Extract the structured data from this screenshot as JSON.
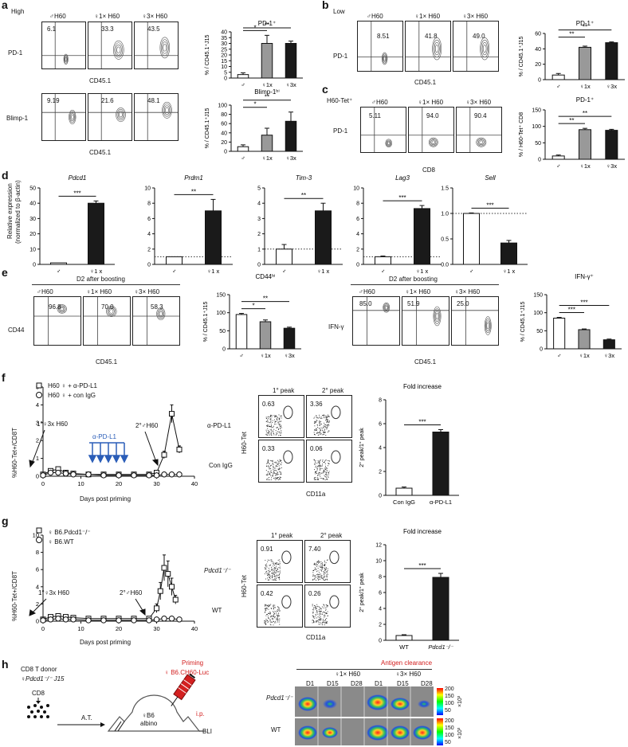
{
  "panel_a": {
    "label": "a",
    "condition": "High",
    "flow_headers": [
      "♂H60",
      "♀1× H60",
      "♀3× H60"
    ],
    "row1": {
      "ylabel": "PD-1",
      "values": [
        "6.1",
        "33.3",
        "43.5"
      ],
      "xlabel": "CD45.1"
    },
    "row2": {
      "ylabel": "Blimp-1",
      "values": [
        "9.19",
        "21.6",
        "48.1"
      ],
      "xlabel": "CD45.1"
    }
  },
  "panel_b": {
    "label": "b",
    "condition": "Low",
    "flow_headers": [
      "♂H60",
      "♀1× H60",
      "♀3× H60"
    ],
    "ylabel": "PD-1",
    "values": [
      "8.51",
      "41.8",
      "49.0"
    ],
    "xlabel": "CD45.1"
  },
  "panel_c": {
    "label": "c",
    "condition": "H60-Tet⁺",
    "flow_headers": [
      "♂H60",
      "♀1× H60",
      "♀3× H60"
    ],
    "ylabel": "PD-1",
    "values": [
      "5.11",
      "94.0",
      "90.4"
    ],
    "xlabel": "CD8"
  },
  "panel_d": {
    "label": "d",
    "ylabel_line1": "Relative expression",
    "ylabel_line2": "(normalized to β-actin)"
  },
  "panel_e": {
    "label": "e",
    "boost_label": "D2 after boosting",
    "left": {
      "flow_headers": [
        "♂H60",
        "♀1× H60",
        "♀3× H60"
      ],
      "ylabel": "CD44",
      "values": [
        "96.8",
        "70.0",
        "58.3"
      ],
      "xlabel": "CD45.1"
    },
    "right": {
      "flow_headers": [
        "♂H60",
        "♀1× H60",
        "♀3× H60"
      ],
      "ylabel": "IFN-γ",
      "values": [
        "85.0",
        "51.9",
        "25.0"
      ],
      "xlabel": "CD45.1"
    }
  },
  "panel_f": {
    "label": "f",
    "legend": [
      "H60 ♀ + α-PD-L1",
      "H60 ♀ + con IgG"
    ],
    "ylabel": "%H60-Tet+/CD8T",
    "xlabel": "Days post priming",
    "annot1": "1°♀3x H60",
    "annot2": "2°♂H60",
    "annot_drug": "α-PD-L1",
    "flow_cols": [
      "1° peak",
      "2° peak"
    ],
    "flow_rows": [
      "α-PD-L1",
      "Con IgG"
    ],
    "flow_values": [
      [
        "0.63",
        "3.36"
      ],
      [
        "0.33",
        "0.06"
      ]
    ],
    "flow_ylabel": "H60-Tet",
    "flow_xlabel": "CD11a"
  },
  "panel_g": {
    "label": "g",
    "legend": [
      "♀ B6.Pdcd1⁻/⁻",
      "♀ B6.WT"
    ],
    "ylabel": "%H60-Tet+/CD8T",
    "xlabel": "Days post priming",
    "annot1": "1°♀3x H60",
    "annot2": "2°♂H60",
    "flow_cols": [
      "1° peak",
      "2° peak"
    ],
    "flow_rows": [
      "Pdcd1⁻/⁻",
      "WT"
    ],
    "flow_values": [
      [
        "0.91",
        "7.40"
      ],
      [
        "0.42",
        "0.26"
      ]
    ],
    "flow_ylabel": "H60-Tet",
    "flow_xlabel": "CD11a"
  },
  "panel_h": {
    "label": "h",
    "donor_line1": "CD8 T donor",
    "donor_line2": "♀Pdcd1⁻/⁻ J15",
    "cd8": "CD8",
    "at": "A.T.",
    "mouse": "♀B6",
    "mouse2": "albino",
    "priming": "Priming",
    "priming_strain": "♀ B6.CH60-Luc",
    "ip": "i.p.",
    "bli": "BLI",
    "antigen_clearance": "Antigen clearance",
    "groups": [
      "♀1× H60",
      "♀3× H60"
    ],
    "days": [
      "D1",
      "D15",
      "D28",
      "D1",
      "D15",
      "D28"
    ],
    "rows": [
      "Pdcd1⁻/⁻",
      "WT"
    ],
    "scale_ticks": [
      "200",
      "150",
      "100",
      "50"
    ],
    "scale_unit": "×10³"
  },
  "chart_data": [
    {
      "id": "a1",
      "type": "bar",
      "title": "PD-1⁺",
      "ylabel": "% / CD45.1⁺J15",
      "categories": [
        "♂",
        "♀1x",
        "♀3x"
      ],
      "values": [
        3,
        30,
        30
      ],
      "errors": [
        1.5,
        7,
        2
      ],
      "ylim": [
        0,
        40
      ],
      "yticks": [
        0,
        5,
        10,
        15,
        20,
        25,
        30,
        35,
        40
      ],
      "colors": [
        "#ffffff",
        "#999999",
        "#1a1a1a"
      ],
      "sig": [
        {
          "from": 0,
          "to": 1,
          "label": "*"
        },
        {
          "from": 0,
          "to": 2,
          "label": "**"
        }
      ]
    },
    {
      "id": "a2",
      "type": "bar",
      "title": "Blimp-1ʰⁱ",
      "ylabel": "% / CD45.1⁺J15",
      "categories": [
        "♂",
        "♀1x",
        "♀3x"
      ],
      "values": [
        10,
        35,
        65
      ],
      "errors": [
        4,
        15,
        20
      ],
      "ylim": [
        0,
        100
      ],
      "yticks": [
        0,
        20,
        40,
        60,
        80,
        100
      ],
      "colors": [
        "#ffffff",
        "#999999",
        "#1a1a1a"
      ],
      "sig": [
        {
          "from": 0,
          "to": 1,
          "label": "*"
        },
        {
          "from": 0,
          "to": 2,
          "label": "**"
        }
      ]
    },
    {
      "id": "b1",
      "type": "bar",
      "title": "PD-1⁺",
      "ylabel": "% / CD45.1⁺J15",
      "categories": [
        "♂",
        "♀1x",
        "♀3x"
      ],
      "values": [
        6,
        42,
        48
      ],
      "errors": [
        2,
        1.5,
        1
      ],
      "ylim": [
        0,
        60
      ],
      "yticks": [
        0,
        20,
        40,
        60
      ],
      "colors": [
        "#ffffff",
        "#999999",
        "#1a1a1a"
      ],
      "sig": [
        {
          "from": 0,
          "to": 1,
          "label": "**"
        },
        {
          "from": 0,
          "to": 2,
          "label": "**"
        }
      ]
    },
    {
      "id": "c1",
      "type": "bar",
      "title": "PD-1⁺",
      "ylabel": "% / H60-Tet⁺ CD8",
      "categories": [
        "♂",
        "♀1x",
        "♀3x"
      ],
      "values": [
        10,
        90,
        88
      ],
      "errors": [
        3,
        4,
        3
      ],
      "ylim": [
        0,
        150
      ],
      "yticks": [
        0,
        50,
        100,
        150
      ],
      "colors": [
        "#ffffff",
        "#999999",
        "#1a1a1a"
      ],
      "sig": [
        {
          "from": 0,
          "to": 1,
          "label": "**"
        },
        {
          "from": 0,
          "to": 2,
          "label": "**"
        }
      ]
    },
    {
      "id": "d1",
      "type": "bar",
      "title": "Pdcd1",
      "categories": [
        "♂",
        "♀1 x"
      ],
      "values": [
        1,
        40
      ],
      "errors": [
        0,
        1.5
      ],
      "ylim": [
        0,
        50
      ],
      "yticks": [
        0,
        10,
        20,
        30,
        40,
        50
      ],
      "colors": [
        "#ffffff",
        "#1a1a1a"
      ],
      "dotted": null,
      "sig": [
        {
          "from": 0,
          "to": 1,
          "label": "***"
        }
      ]
    },
    {
      "id": "d2",
      "type": "bar",
      "title": "Prdm1",
      "categories": [
        "♂",
        "♀1 x"
      ],
      "values": [
        1,
        7
      ],
      "errors": [
        0,
        1.5
      ],
      "ylim": [
        0,
        10
      ],
      "yticks": [
        0,
        2,
        4,
        6,
        8,
        10
      ],
      "colors": [
        "#ffffff",
        "#1a1a1a"
      ],
      "dotted": 1,
      "sig": [
        {
          "from": 0,
          "to": 1,
          "label": "**"
        }
      ]
    },
    {
      "id": "d3",
      "type": "bar",
      "title": "Tim-3",
      "categories": [
        "♂",
        "♀1 x"
      ],
      "values": [
        1,
        3.5
      ],
      "errors": [
        0.3,
        0.5
      ],
      "ylim": [
        0,
        5
      ],
      "yticks": [
        0,
        1,
        2,
        3,
        4,
        5
      ],
      "colors": [
        "#ffffff",
        "#1a1a1a"
      ],
      "dotted": 1,
      "sig": [
        {
          "from": 0,
          "to": 1,
          "label": "**"
        }
      ]
    },
    {
      "id": "d4",
      "type": "bar",
      "title": "Lag3",
      "categories": [
        "♂",
        "♀1 x"
      ],
      "values": [
        1,
        7.3
      ],
      "errors": [
        0.1,
        0.4
      ],
      "ylim": [
        0,
        10
      ],
      "yticks": [
        0,
        2,
        4,
        6,
        8,
        10
      ],
      "colors": [
        "#ffffff",
        "#1a1a1a"
      ],
      "dotted": 1,
      "sig": [
        {
          "from": 0,
          "to": 1,
          "label": "***"
        }
      ]
    },
    {
      "id": "d5",
      "type": "bar",
      "title": "Sell",
      "categories": [
        "♂",
        "♀1 x"
      ],
      "values": [
        1,
        0.42
      ],
      "errors": [
        0.01,
        0.05
      ],
      "ylim": [
        0,
        1.5
      ],
      "yticks": [
        0,
        0.5,
        1.0,
        1.5
      ],
      "ytick_labels": [
        "0.0",
        "0.5",
        "1.0",
        "1.5"
      ],
      "colors": [
        "#ffffff",
        "#1a1a1a"
      ],
      "dotted": 1,
      "sig": [
        {
          "from": 0,
          "to": 1,
          "label": "***"
        }
      ]
    },
    {
      "id": "e1",
      "type": "bar",
      "title": "CD44ʰⁱ",
      "ylabel": "% / CD45.1⁺J15",
      "categories": [
        "♂",
        "♀1x",
        "♀3x"
      ],
      "values": [
        95,
        75,
        57
      ],
      "errors": [
        3,
        5,
        3
      ],
      "ylim": [
        0,
        150
      ],
      "yticks": [
        0,
        50,
        100,
        150
      ],
      "colors": [
        "#ffffff",
        "#999999",
        "#1a1a1a"
      ],
      "sig": [
        {
          "from": 0,
          "to": 1,
          "label": "*"
        },
        {
          "from": 0,
          "to": 2,
          "label": "**"
        }
      ]
    },
    {
      "id": "e2",
      "type": "bar",
      "title": "IFN-γ⁺",
      "ylabel": "% / CD45.1⁺J15",
      "categories": [
        "♂",
        "♀1x",
        "♀3x"
      ],
      "values": [
        85,
        53,
        25
      ],
      "errors": [
        2,
        2,
        2
      ],
      "ylim": [
        0,
        150
      ],
      "yticks": [
        0,
        50,
        100,
        150
      ],
      "colors": [
        "#ffffff",
        "#999999",
        "#1a1a1a"
      ],
      "sig": [
        {
          "from": 0,
          "to": 1,
          "label": "***"
        },
        {
          "from": 0,
          "to": 2,
          "label": "***"
        }
      ]
    },
    {
      "id": "f_fold",
      "type": "bar",
      "title": "Fold increase",
      "ylabel": "2° peak/1° peak",
      "categories": [
        "Con IgG",
        "α-PD-L1"
      ],
      "values": [
        0.6,
        5.3
      ],
      "errors": [
        0.1,
        0.2
      ],
      "ylim": [
        0,
        8
      ],
      "yticks": [
        0,
        2,
        4,
        6,
        8
      ],
      "colors": [
        "#ffffff",
        "#1a1a1a"
      ],
      "sig": [
        {
          "from": 0,
          "to": 1,
          "label": "***"
        }
      ]
    },
    {
      "id": "g_fold",
      "type": "bar",
      "title": "Fold increase",
      "ylabel": "2° peak/1° peak",
      "categories": [
        "WT",
        "Pdcd1⁻/⁻"
      ],
      "values": [
        0.6,
        7.9
      ],
      "errors": [
        0.1,
        0.5
      ],
      "ylim": [
        0,
        12
      ],
      "yticks": [
        0,
        2,
        4,
        6,
        8,
        10,
        12
      ],
      "colors": [
        "#ffffff",
        "#1a1a1a"
      ],
      "sig": [
        {
          "from": 0,
          "to": 1,
          "label": "***"
        }
      ]
    },
    {
      "id": "f_line",
      "type": "line",
      "xlim": [
        0,
        40
      ],
      "ylim": [
        0,
        5
      ],
      "xticks": [
        0,
        10,
        20,
        30,
        40
      ],
      "yticks": [
        0,
        1,
        2,
        3,
        4,
        5
      ],
      "series": [
        {
          "name": "H60 ♀ + α-PD-L1",
          "marker": "square",
          "x": [
            0,
            2,
            4,
            6,
            8,
            12,
            16,
            20,
            24,
            28,
            30,
            32,
            34,
            36
          ],
          "y": [
            0.1,
            0.3,
            0.4,
            0.2,
            0.15,
            0.1,
            0.1,
            0.1,
            0.1,
            0.1,
            0.2,
            1.2,
            3.5,
            1.5
          ],
          "err": [
            0,
            0.1,
            0.1,
            0,
            0,
            0,
            0,
            0,
            0,
            0,
            0.1,
            0.2,
            0.5,
            0.2
          ]
        },
        {
          "name": "H60 ♀ + con IgG",
          "marker": "circle",
          "x": [
            0,
            2,
            4,
            6,
            8,
            12,
            16,
            20,
            24,
            28,
            30,
            32,
            34,
            36
          ],
          "y": [
            0.05,
            0.2,
            0.2,
            0.15,
            0.1,
            0.1,
            0.05,
            0.05,
            0.05,
            0.05,
            0.05,
            0.1,
            0.1,
            0.1
          ],
          "err": [
            0,
            0,
            0,
            0,
            0,
            0,
            0,
            0,
            0,
            0,
            0,
            0,
            0,
            0
          ]
        }
      ]
    },
    {
      "id": "g_line",
      "type": "line",
      "xlim": [
        0,
        40
      ],
      "ylim": [
        0,
        10
      ],
      "xticks": [
        0,
        10,
        20,
        30,
        40
      ],
      "yticks": [
        0,
        2,
        4,
        6,
        8,
        10
      ],
      "series": [
        {
          "name": "♀ B6.Pdcd1⁻/⁻",
          "marker": "square",
          "x": [
            0,
            2,
            4,
            6,
            8,
            12,
            16,
            20,
            24,
            28,
            30,
            31,
            32,
            33,
            34,
            35
          ],
          "y": [
            0.2,
            0.5,
            0.6,
            0.5,
            0.4,
            0.3,
            0.3,
            0.3,
            0.3,
            0.3,
            1.5,
            3.5,
            6.2,
            5.5,
            4.0,
            2.5
          ],
          "err": [
            0,
            0.2,
            0.2,
            0.1,
            0.1,
            0,
            0,
            0,
            0,
            0,
            0.5,
            1.0,
            1.5,
            1.5,
            1.0,
            0.5
          ]
        },
        {
          "name": "♀ B6.WT",
          "marker": "circle",
          "x": [
            0,
            2,
            4,
            6,
            8,
            12,
            16,
            20,
            24,
            28,
            30,
            32,
            34,
            36
          ],
          "y": [
            0.1,
            0.2,
            0.3,
            0.2,
            0.2,
            0.1,
            0.1,
            0.1,
            0.1,
            0.1,
            0.2,
            0.3,
            0.3,
            0.2
          ],
          "err": [
            0,
            0,
            0,
            0,
            0,
            0,
            0,
            0,
            0,
            0,
            0,
            0,
            0,
            0
          ]
        }
      ]
    }
  ]
}
